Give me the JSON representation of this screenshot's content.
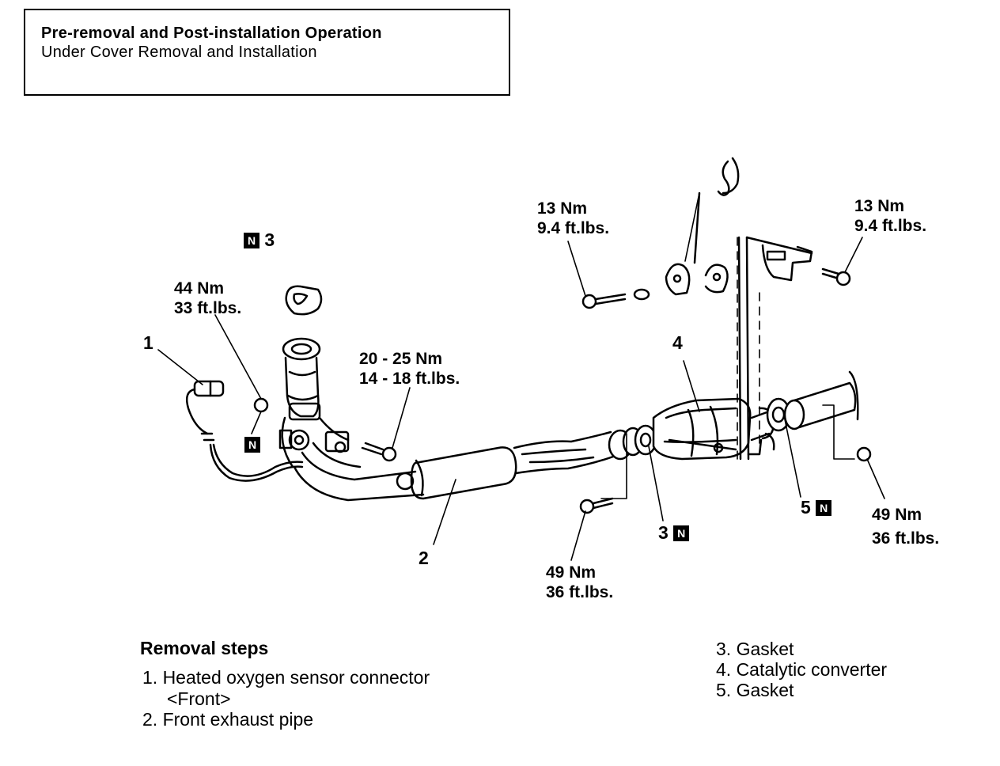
{
  "header": {
    "title": "Pre-removal and Post-installation Operation",
    "subtitle": "Under Cover Removal and Installation"
  },
  "torque_labels": {
    "t44": {
      "nm": "44 Nm",
      "ftlbs": "33 ft.lbs."
    },
    "t20": {
      "nm": "20 - 25 Nm",
      "ftlbs": "14 - 18 ft.lbs."
    },
    "t13a": {
      "nm": "13 Nm",
      "ftlbs": "9.4 ft.lbs."
    },
    "t13b": {
      "nm": "13 Nm",
      "ftlbs": "9.4 ft.lbs."
    },
    "t49a": {
      "nm": "49 Nm",
      "ftlbs": "36 ft.lbs."
    },
    "t49b": {
      "nm": "49 Nm",
      "ftlbs": "36 ft.lbs."
    }
  },
  "callouts": {
    "c1": "1",
    "c2": "2",
    "c3top": "3",
    "c3bottom": "3",
    "c4": "4",
    "c5": "5",
    "n_mark": "N"
  },
  "removal": {
    "title": "Removal steps",
    "steps_left": [
      "1. Heated oxygen sensor connector",
      "<Front>",
      "2. Front exhaust pipe"
    ],
    "steps_right": [
      "3. Gasket",
      "4. Catalytic converter",
      "5. Gasket"
    ]
  }
}
